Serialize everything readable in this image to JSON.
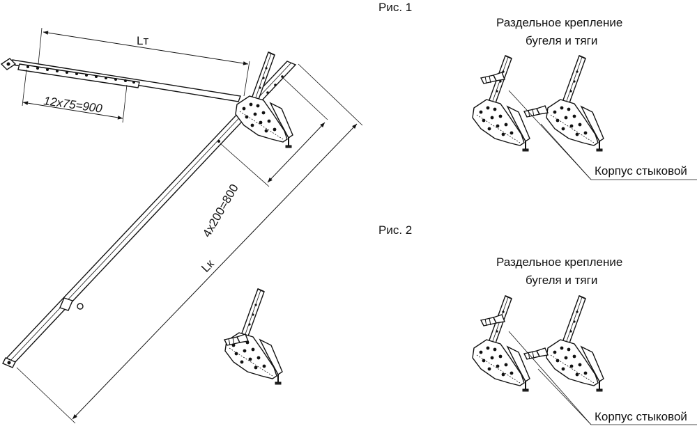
{
  "figures": {
    "fig1": "Рис. 1",
    "fig2": "Рис. 2"
  },
  "dimensions": {
    "lt": "Lт",
    "holes_rod": "12x75=900",
    "holes_mast": "4x200=800",
    "lk": "Lк"
  },
  "captions": {
    "separate_line1": "Раздельное крепление",
    "separate_line2": "бугеля и тяги",
    "housing": "Корпус стыковой"
  },
  "colors": {
    "line": "#111111",
    "background": "#ffffff"
  }
}
